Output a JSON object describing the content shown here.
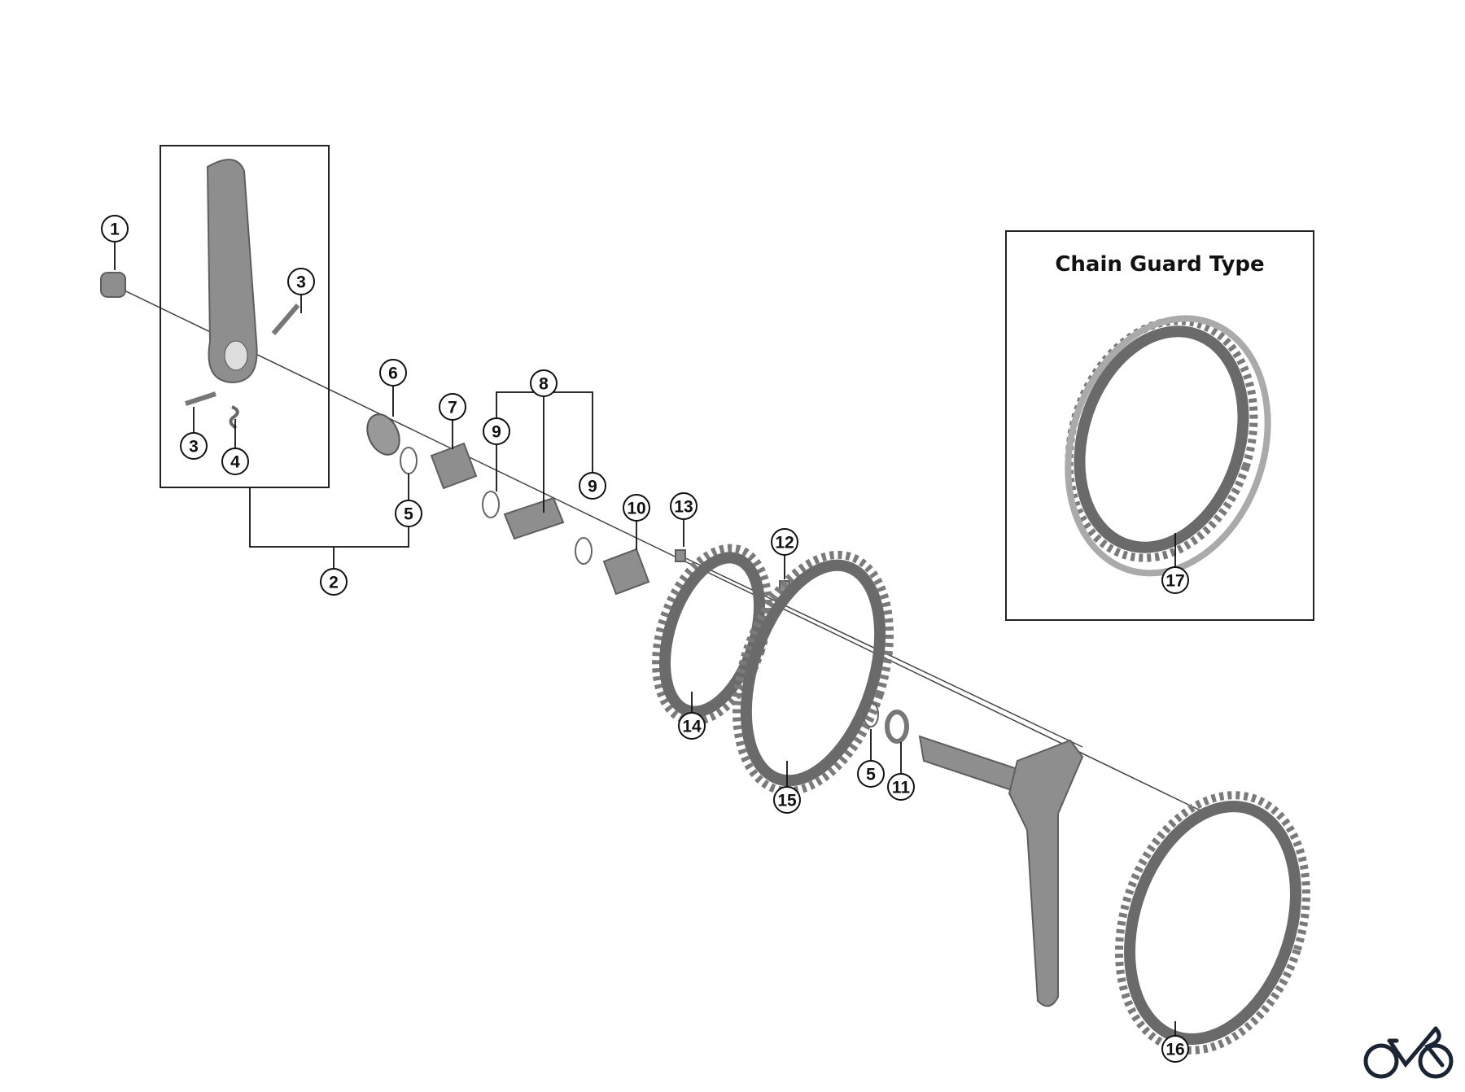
{
  "inset": {
    "title": "Chain Guard Type"
  },
  "callouts": {
    "c1": "1",
    "c2": "2",
    "c3a": "3",
    "c3b": "3",
    "c4": "4",
    "c5a": "5",
    "c5b": "5",
    "c6": "6",
    "c7": "7",
    "c8": "8",
    "c9a": "9",
    "c9b": "9",
    "c10": "10",
    "c11": "11",
    "c12": "12",
    "c13": "13",
    "c14": "14",
    "c15": "15",
    "c16": "16",
    "c17": "17"
  },
  "colors": {
    "part": "#8e8e8e",
    "line": "#111111",
    "logo": "#1b2433"
  },
  "logo": {
    "icon": "bicycle-logo-icon"
  }
}
